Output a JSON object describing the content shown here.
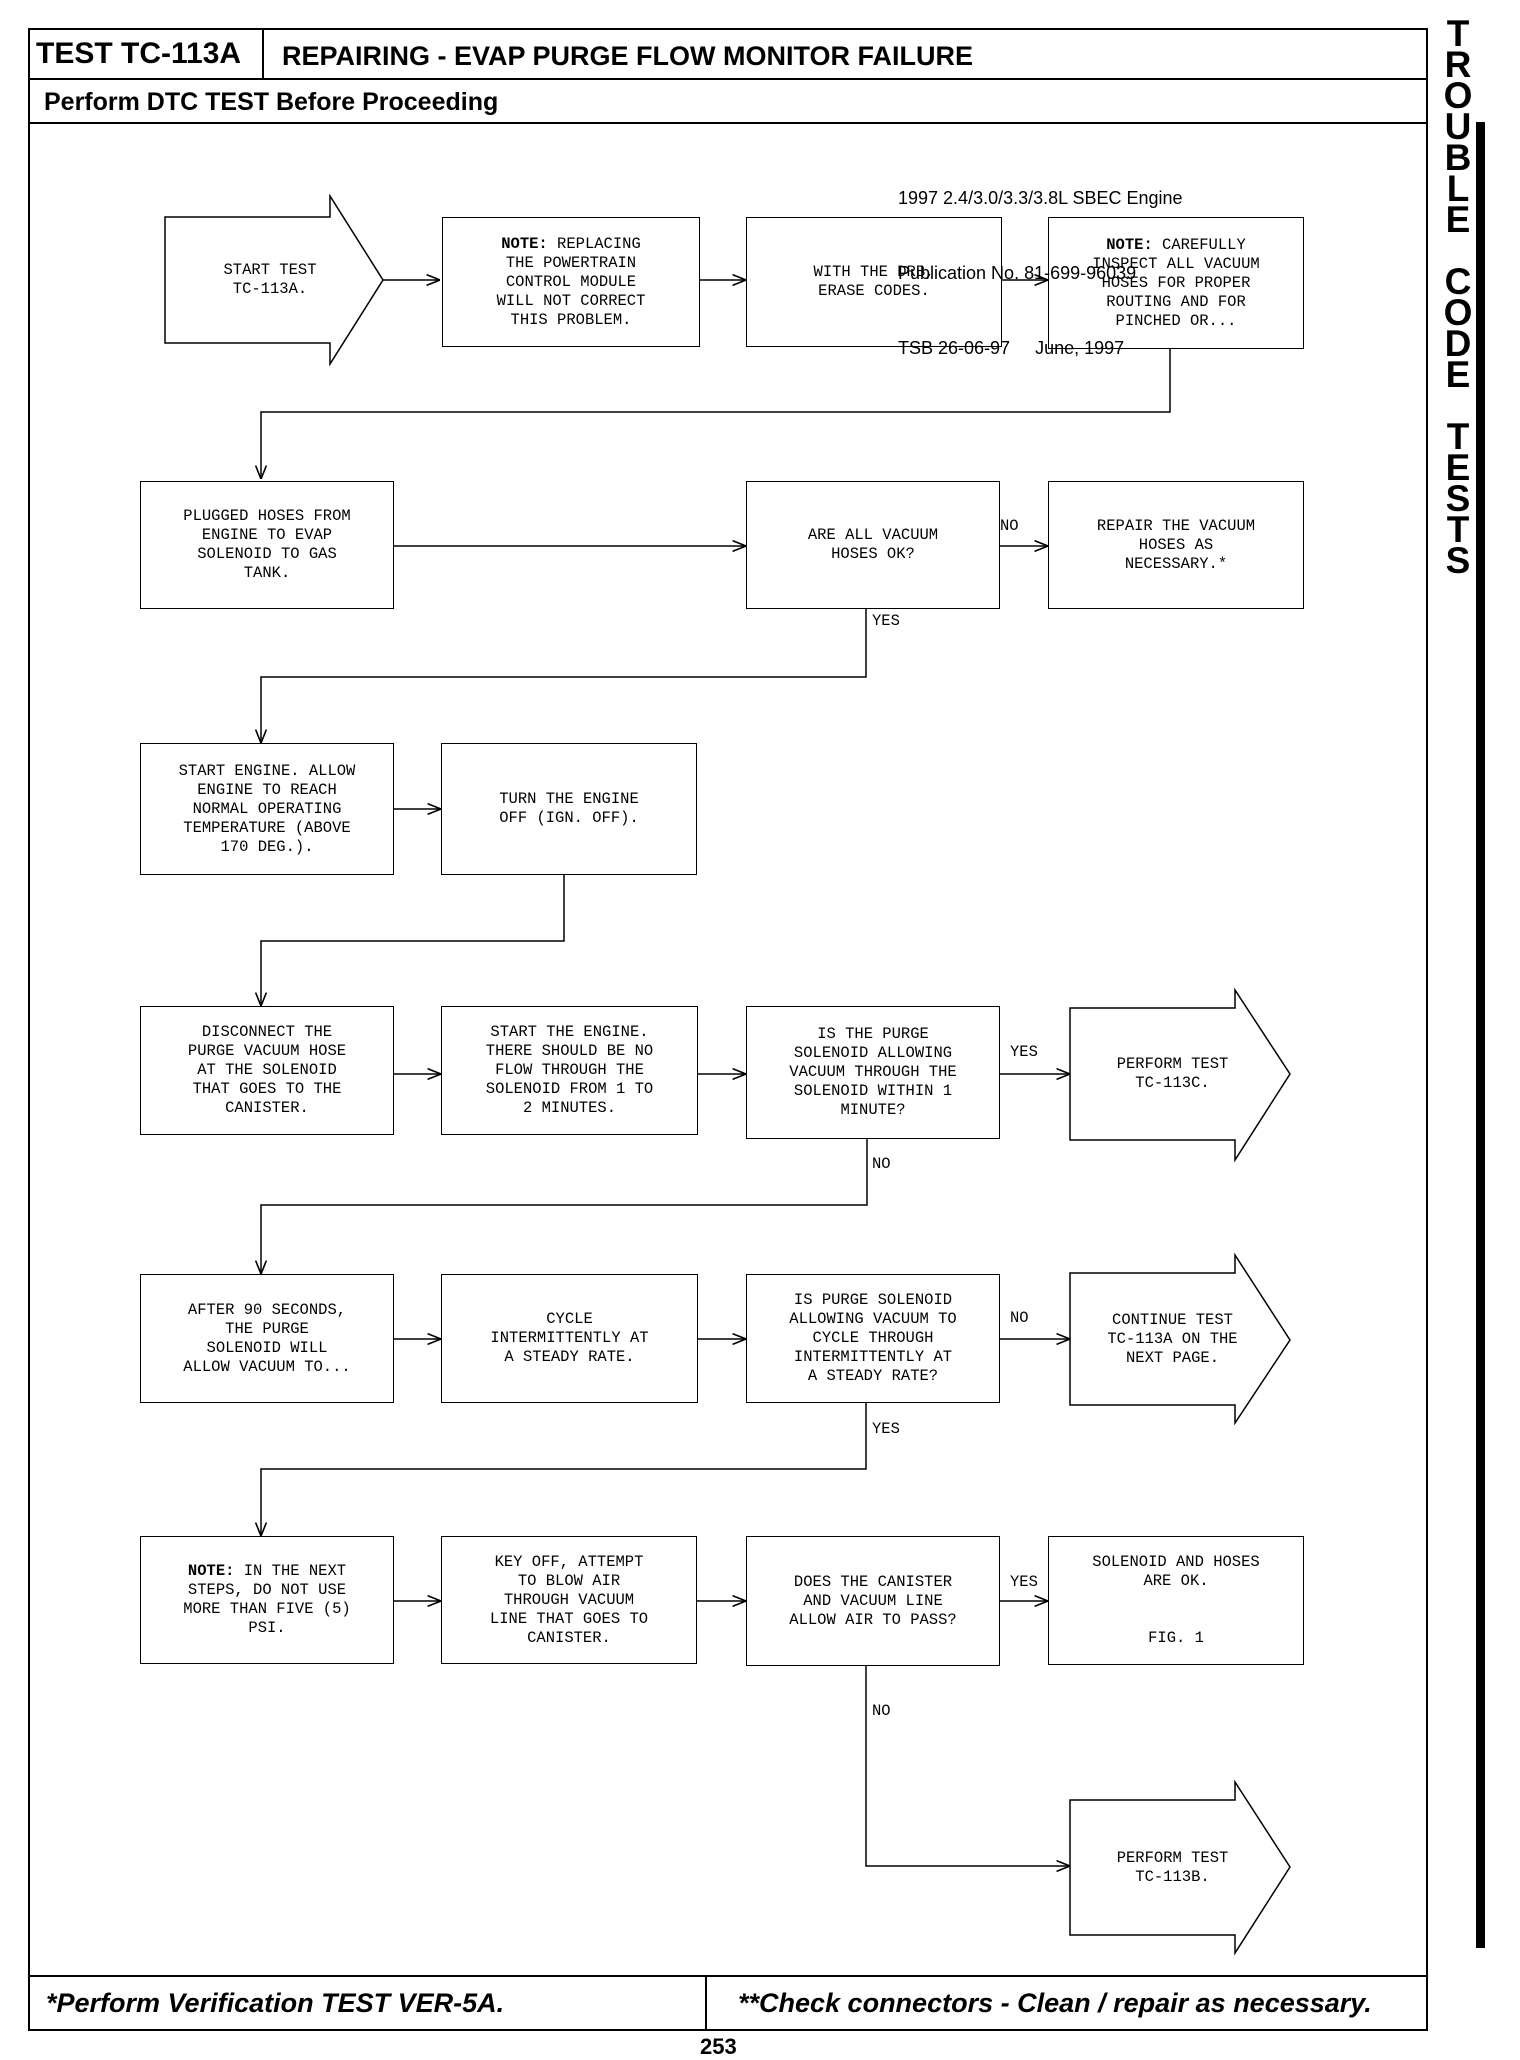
{
  "header": {
    "test_id": "TEST TC-113A",
    "title": "REPAIRING - EVAP PURGE FLOW MONITOR FAILURE",
    "subtitle": "Perform DTC TEST Before Proceeding"
  },
  "publication": {
    "line1": "1997 2.4/3.0/3.3/3.8L SBEC Engine",
    "line2": "Publication No. 81-699-96039",
    "line3": "TSB 26-06-97     June, 1997"
  },
  "side_tab": "T\nR\nO\nU\nB\nL\nE\n\nC\nO\nD\nE\n\nT\nE\nS\nT\nS",
  "flow": {
    "start": "START TEST\nTC-113A.",
    "note_replacing_label": "NOTE:",
    "note_replacing": " REPLACING\nTHE POWERTRAIN\nCONTROL MODULE\nWILL NOT CORRECT\nTHIS PROBLEM.",
    "erase_codes": "WITH THE DRB,\nERASE CODES.",
    "note_inspect_label": "NOTE:",
    "note_inspect": " CAREFULLY\nINSPECT ALL VACUUM\nHOSES FOR PROPER\nROUTING AND FOR\nPINCHED OR...",
    "plugged_hoses": "PLUGGED HOSES FROM\nENGINE TO EVAP\nSOLENOID TO GAS\nTANK.",
    "vacuum_ok_q": "ARE ALL VACUUM\nHOSES OK?",
    "repair_vacuum": "REPAIR THE VACUUM\nHOSES AS\nNECESSARY.*",
    "start_engine": "START ENGINE. ALLOW\nENGINE TO REACH\nNORMAL OPERATING\nTEMPERATURE (ABOVE\n170 DEG.).",
    "turn_off": "TURN THE ENGINE\nOFF (IGN. OFF).",
    "disconnect": "DISCONNECT THE\nPURGE VACUUM HOSE\nAT THE SOLENOID\nTHAT GOES TO THE\nCANISTER.",
    "start_no_flow": "START THE ENGINE.\nTHERE SHOULD BE NO\nFLOW THROUGH THE\nSOLENOID FROM 1 TO\n2 MINUTES.",
    "solenoid_q": "IS THE PURGE\nSOLENOID ALLOWING\nVACUUM THROUGH THE\nSOLENOID WITHIN 1\nMINUTE?",
    "perform_113c": "PERFORM TEST\nTC-113C.",
    "after_90": "AFTER 90 SECONDS,\nTHE PURGE\nSOLENOID WILL\nALLOW VACUUM TO...",
    "cycle": "CYCLE\nINTERMITTENTLY AT\nA STEADY RATE.",
    "cycle_q": "IS PURGE SOLENOID\nALLOWING VACUUM TO\nCYCLE THROUGH\nINTERMITTENTLY AT\nA STEADY RATE?",
    "continue": "CONTINUE TEST\nTC-113A ON THE\nNEXT PAGE.",
    "note_psi_label": "NOTE:",
    "note_psi": " IN THE NEXT\nSTEPS, DO NOT USE\nMORE THAN FIVE (5)\nPSI.",
    "key_off": "KEY OFF, ATTEMPT\nTO BLOW AIR\nTHROUGH VACUUM\nLINE THAT GOES TO\nCANISTER.",
    "canister_q": "DOES THE CANISTER\nAND VACUUM LINE\nALLOW AIR TO PASS?",
    "solenoid_ok": "SOLENOID AND HOSES\nARE OK.\n\n\nFIG. 1",
    "perform_113b": "PERFORM TEST\nTC-113B."
  },
  "labels": {
    "no": "NO",
    "yes": "YES"
  },
  "footer": {
    "left": "*Perform Verification TEST VER-5A.",
    "right": "**Check connectors - Clean / repair as necessary.",
    "page": "253"
  }
}
